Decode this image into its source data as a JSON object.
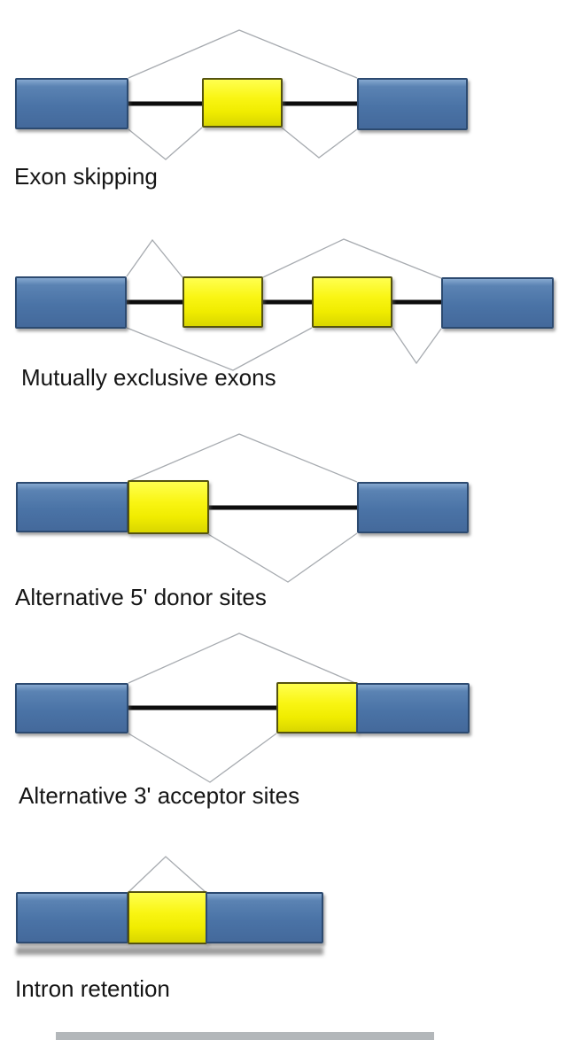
{
  "panels": [
    {
      "id": "exon-skipping",
      "label": "Exon skipping"
    },
    {
      "id": "mutually-exclusive-exons",
      "label": "Mutually exclusive exons"
    },
    {
      "id": "alternative-5-donor-sites",
      "label": "Alternative 5' donor sites"
    },
    {
      "id": "alternative-3-acceptor-sites",
      "label": "Alternative 3' acceptor sites"
    },
    {
      "id": "intron-retention",
      "label": "Intron retention"
    }
  ],
  "colors": {
    "exon_blue": "#4a73a6",
    "exon_blue_border": "#2c4a70",
    "alt_exon_yellow": "#f0ec00",
    "alt_exon_yellow_border": "#55530f",
    "intron_line": "#0d0d0d",
    "splice_line": "#a7abb0",
    "label_text": "#151515",
    "background": "#ffffff",
    "bottom_strip": "#b3b7ba"
  }
}
